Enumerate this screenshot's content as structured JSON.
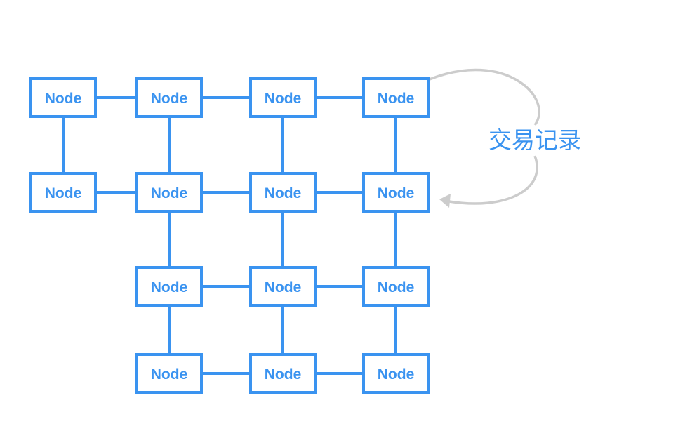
{
  "diagram": {
    "node_label": "Node",
    "colors": {
      "node": "#3a93f0",
      "arrow": "#cccccc",
      "annotation": "#3a93f0"
    },
    "grid": [
      [
        "Node",
        "Node",
        "Node",
        "Node"
      ],
      [
        "Node",
        "Node",
        "Node",
        "Node"
      ],
      [
        "",
        "Node",
        "Node",
        "Node"
      ],
      [
        "",
        "Node",
        "Node",
        "Node"
      ]
    ],
    "edges": [
      {
        "from": [
          0,
          0
        ],
        "to": [
          0,
          1
        ]
      },
      {
        "from": [
          0,
          1
        ],
        "to": [
          0,
          2
        ]
      },
      {
        "from": [
          0,
          2
        ],
        "to": [
          0,
          3
        ]
      },
      {
        "from": [
          1,
          0
        ],
        "to": [
          1,
          1
        ]
      },
      {
        "from": [
          1,
          1
        ],
        "to": [
          1,
          2
        ]
      },
      {
        "from": [
          1,
          2
        ],
        "to": [
          1,
          3
        ]
      },
      {
        "from": [
          2,
          1
        ],
        "to": [
          2,
          2
        ]
      },
      {
        "from": [
          2,
          2
        ],
        "to": [
          2,
          3
        ]
      },
      {
        "from": [
          3,
          1
        ],
        "to": [
          3,
          2
        ]
      },
      {
        "from": [
          3,
          2
        ],
        "to": [
          3,
          3
        ]
      },
      {
        "from": [
          0,
          0
        ],
        "to": [
          1,
          0
        ]
      },
      {
        "from": [
          0,
          1
        ],
        "to": [
          1,
          1
        ]
      },
      {
        "from": [
          0,
          2
        ],
        "to": [
          1,
          2
        ]
      },
      {
        "from": [
          0,
          3
        ],
        "to": [
          1,
          3
        ]
      },
      {
        "from": [
          1,
          1
        ],
        "to": [
          2,
          1
        ]
      },
      {
        "from": [
          1,
          2
        ],
        "to": [
          2,
          2
        ]
      },
      {
        "from": [
          1,
          3
        ],
        "to": [
          2,
          3
        ]
      },
      {
        "from": [
          2,
          1
        ],
        "to": [
          3,
          1
        ]
      },
      {
        "from": [
          2,
          2
        ],
        "to": [
          3,
          2
        ]
      },
      {
        "from": [
          2,
          3
        ],
        "to": [
          3,
          3
        ]
      }
    ],
    "loop": {
      "label": "交易记录",
      "from": [
        0,
        3
      ],
      "to": [
        1,
        3
      ]
    }
  }
}
